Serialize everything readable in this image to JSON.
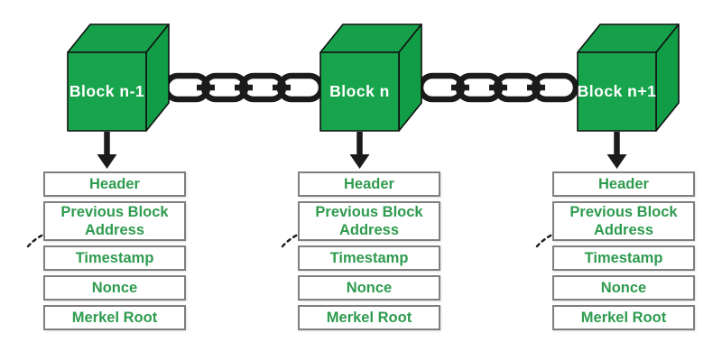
{
  "diagram": {
    "type": "blockchain-structure",
    "blocks": [
      {
        "label": "Block n-1",
        "fields": [
          "Header",
          "Previous Block Address",
          "Timestamp",
          "Nonce",
          "Merkel Root"
        ]
      },
      {
        "label": "Block n",
        "fields": [
          "Header",
          "Previous Block Address",
          "Timestamp",
          "Nonce",
          "Merkel Root"
        ]
      },
      {
        "label": "Block n+1",
        "fields": [
          "Header",
          "Previous Block Address",
          "Timestamp",
          "Nonce",
          "Merkel Root"
        ]
      }
    ],
    "icons": {
      "chain": "chain-link-icon",
      "down_arrow": "down-arrow-icon",
      "dashed_arrow": "dashed-curved-arrow-icon"
    },
    "colors": {
      "cube_front_green": "#18a44c",
      "cube_top_green": "#16a04a",
      "cube_side_green": "#119c46",
      "cube_outline": "#111111",
      "cube_label_text": "#ffffff",
      "field_text_green": "#2e9b4e",
      "box_border_gray": "#7f7f7f",
      "chain_black": "#1b1b1b",
      "background": "#ffffff"
    }
  }
}
